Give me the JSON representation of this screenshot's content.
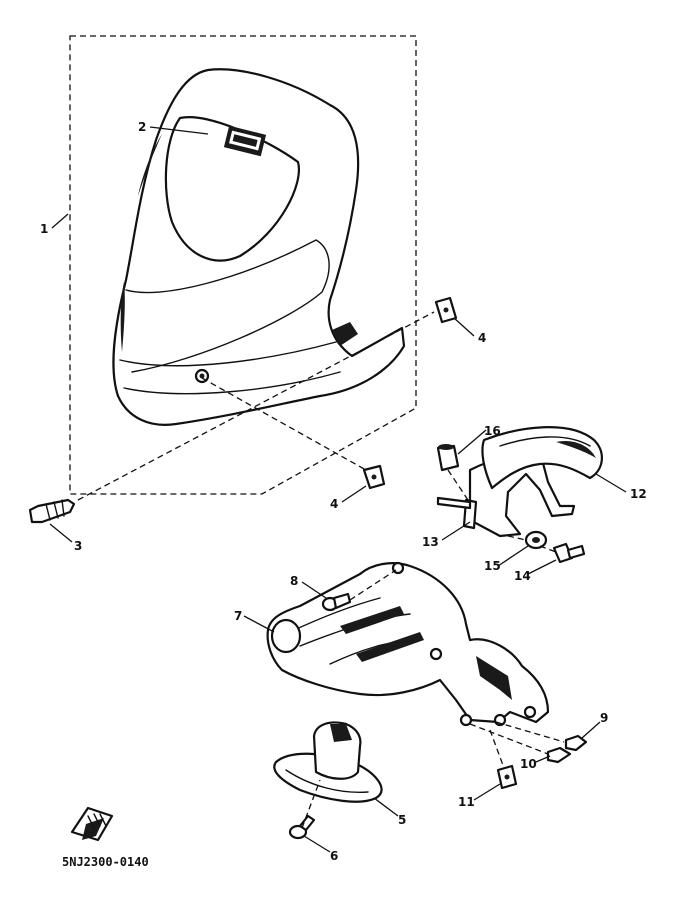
{
  "callouts": {
    "c1": "1",
    "c2": "2",
    "c3": "3",
    "c4a": "4",
    "c4b": "4",
    "c5": "5",
    "c6": "6",
    "c7": "7",
    "c8": "8",
    "c9": "9",
    "c10": "10",
    "c11": "11",
    "c12": "12",
    "c13": "13",
    "c14": "14",
    "c15": "15",
    "c16": "16"
  },
  "drawing_code": "5NJ2300-0140",
  "icons": {
    "direction_arrow": "front-direction-arrow-icon"
  }
}
